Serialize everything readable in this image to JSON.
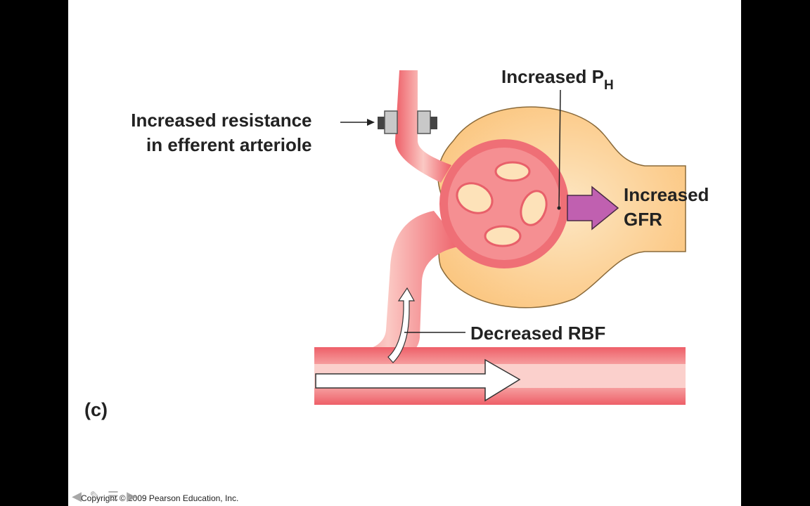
{
  "labels": {
    "resistance_line1": "Increased resistance",
    "resistance_line2": "in efferent arteriole",
    "ph_main": "Increased P",
    "ph_sub": "H",
    "gfr_line1": "Increased",
    "gfr_line2": "GFR",
    "rbf": "Decreased RBF",
    "panel": "(c)"
  },
  "footer": {
    "copyright": "Copyright © 2009 Pearson Education, Inc."
  },
  "nav_icons": [
    "arrow-left-icon",
    "pen-icon",
    "menu-icon",
    "arrow-right-icon"
  ],
  "colors": {
    "vessel": "#f0737a",
    "vessel_light": "#fbd0cc",
    "capsule": "#fcd39a",
    "capsule_outline": "#8a6a3a",
    "gfr_arrow": "#c060b0"
  }
}
